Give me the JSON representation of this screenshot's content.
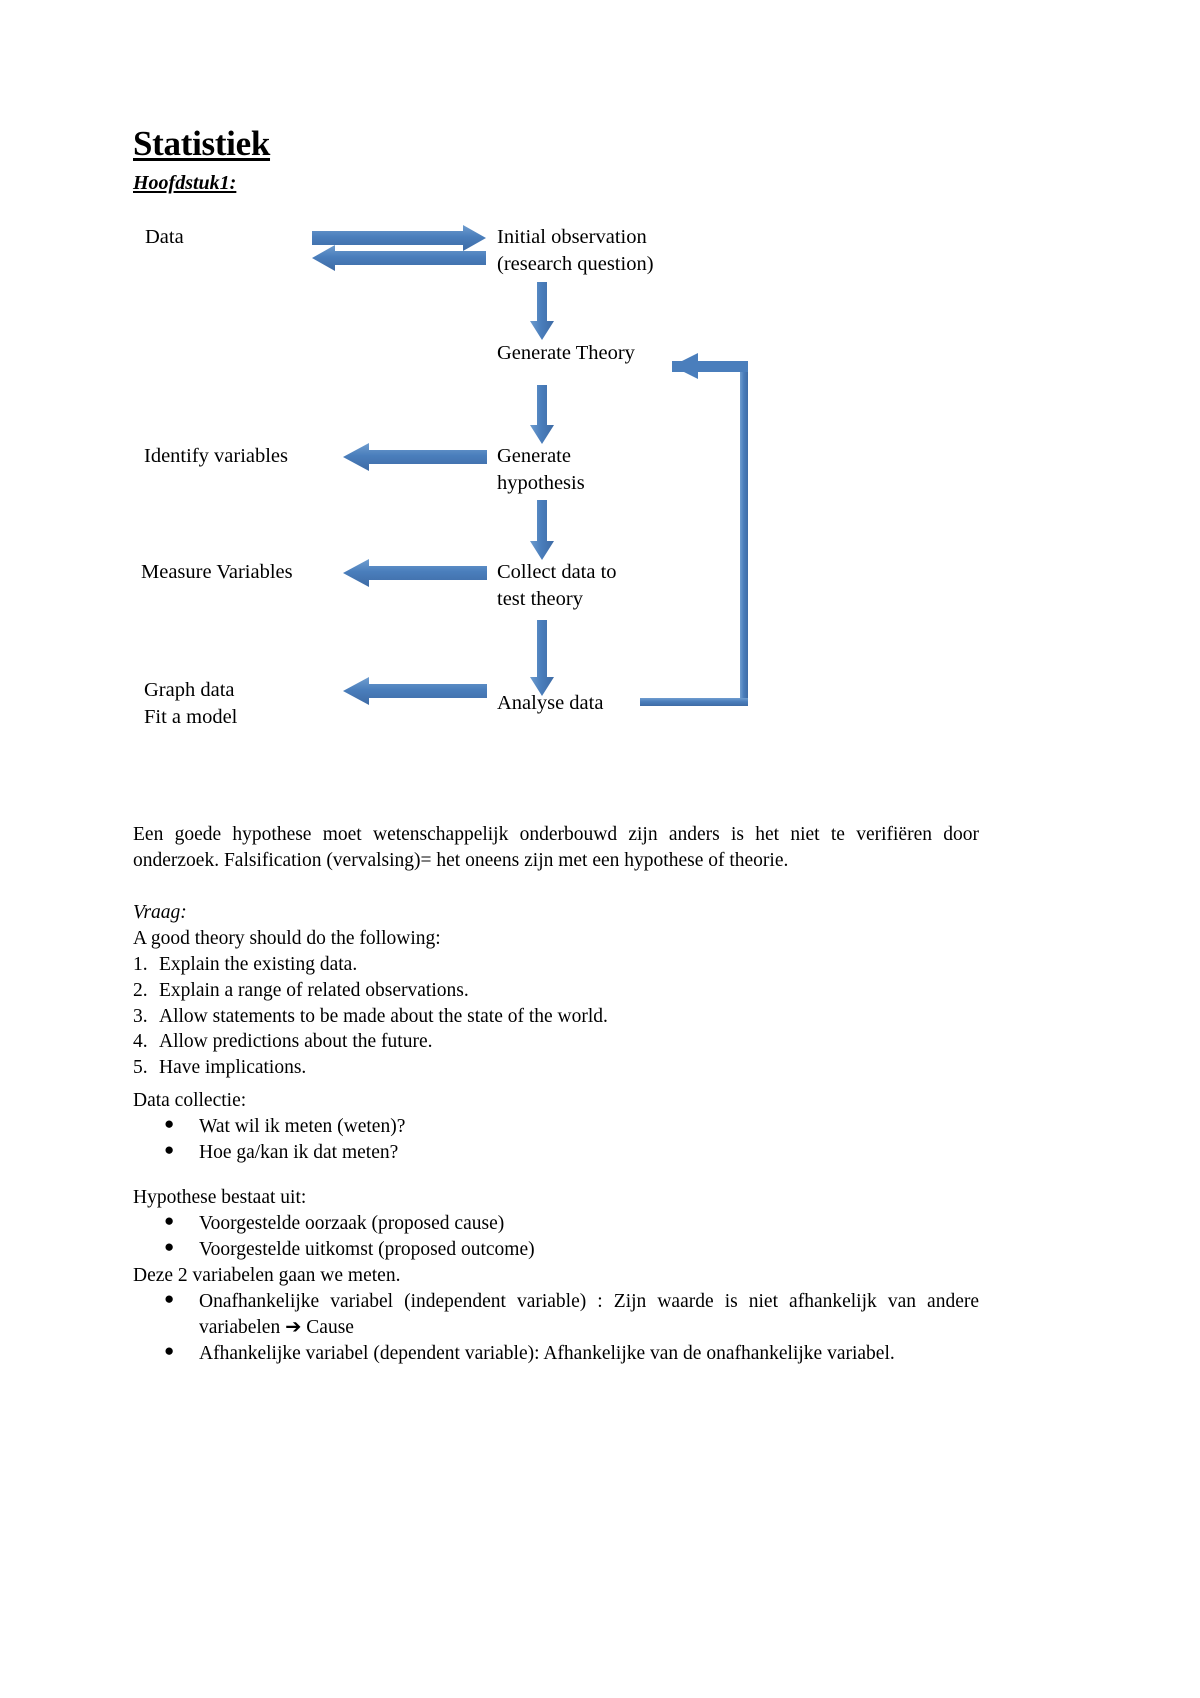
{
  "document": {
    "title": "Statistiek",
    "subtitle": "Hoofdstuk1:"
  },
  "diagram": {
    "nodes": {
      "data": "Data",
      "initial_observation": "Initial observation\n(research question)",
      "generate_theory": "Generate Theory",
      "identify_variables": "Identify variables",
      "generate_hypothesis": "Generate\nhypothesis",
      "measure_variables": "Measure Variables",
      "collect_data": "Collect data to\ntest theory",
      "graph_data": "Graph data\nFit a model",
      "analyse_data": "Analyse data"
    },
    "arrow_color": "#4a7ebc"
  },
  "content": {
    "intro_paragraph": "Een goede hypothese moet wetenschappelijk onderbouwd zijn anders is het niet te verifiëren door onderzoek. Falsification (vervalsing)= het oneens zijn met een hypothese of theorie.",
    "vraag_label": "Vraag:",
    "vraag_intro": "A good theory should do the following:",
    "theory_list": [
      {
        "num": "1.",
        "text": "Explain the existing data."
      },
      {
        "num": "2.",
        "text": "Explain a range of related observations."
      },
      {
        "num": "3.",
        "text": "Allow statements to be made about the state of the world."
      },
      {
        "num": "4.",
        "text": "Allow predictions about the future."
      },
      {
        "num": "5.",
        "text": "Have implications."
      }
    ],
    "data_collectie_label": "Data collectie:",
    "data_collectie_items": [
      "Wat wil ik meten (weten)?",
      "Hoe ga/kan ik dat meten?"
    ],
    "hypothese_label": "Hypothese bestaat uit:",
    "hypothese_items": [
      "Voorgestelde oorzaak (proposed cause)",
      "Voorgestelde uitkomst (proposed outcome)"
    ],
    "deze_2_line": "Deze 2 variabelen gaan we meten.",
    "variable_items": [
      "Onafhankelijke variabel (independent variable) : Zijn waarde is niet afhankelijk van andere variabelen ➔ Cause",
      "Afhankelijke variabel (dependent variable): Afhankelijke van de onafhankelijke variabel."
    ],
    "bullet_glyph": "●"
  }
}
